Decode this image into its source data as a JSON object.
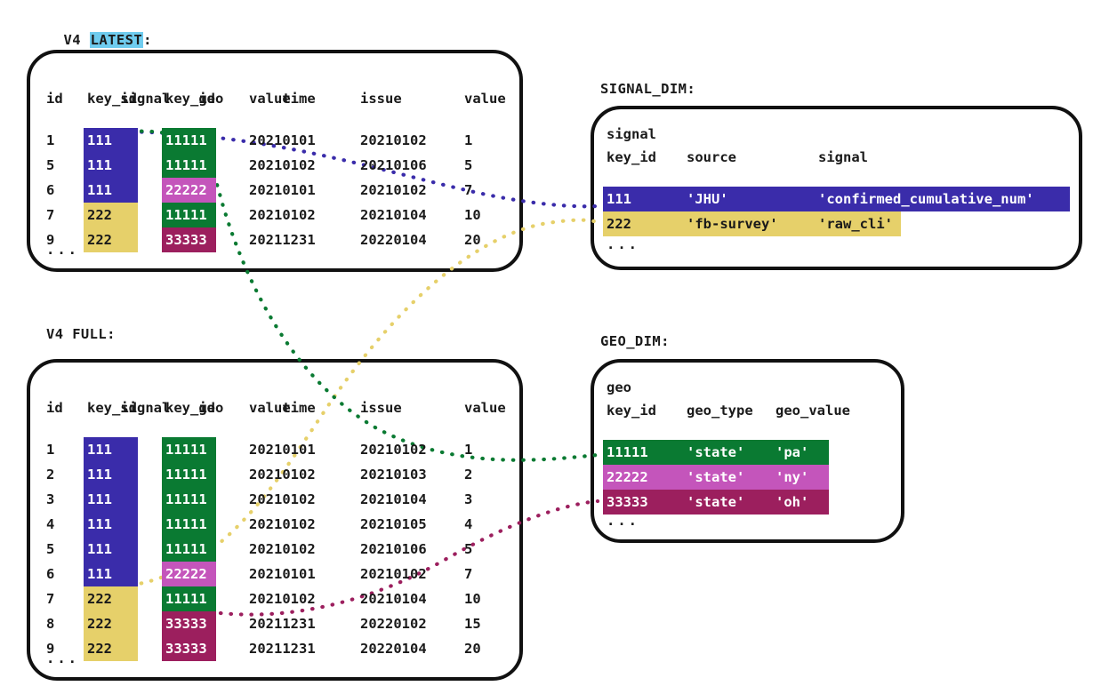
{
  "diagram": {
    "title_latest": "V4 ",
    "title_latest_hl": "LATEST",
    "title_latest_tail": ":",
    "title_full": "V4 FULL:",
    "title_signal_dim": "SIGNAL_DIM:",
    "title_geo_dim": "GEO_DIM:"
  },
  "colors": {
    "signal_111": "#3a2caa",
    "signal_222": "#e6d06a",
    "geo_11111": "#0a7a32",
    "geo_22222": "#c455bb",
    "geo_33333": "#9c1f5e",
    "latest_highlight": "#6fccef",
    "border": "#111111",
    "text": "#1a1a1a"
  },
  "fact_table": {
    "header_line1": [
      "",
      "signal",
      "geo",
      "time",
      "",
      ""
    ],
    "header_line2": [
      "id",
      "key_id",
      "key_id",
      "value",
      "issue",
      "value"
    ],
    "ellipsis": "..."
  },
  "latest_rows": [
    {
      "id": "1",
      "signal_key_id": "111",
      "geo_key_id": "11111",
      "time_value": "20210101",
      "issue": "20210102",
      "value": "1"
    },
    {
      "id": "5",
      "signal_key_id": "111",
      "geo_key_id": "11111",
      "time_value": "20210102",
      "issue": "20210106",
      "value": "5"
    },
    {
      "id": "6",
      "signal_key_id": "111",
      "geo_key_id": "22222",
      "time_value": "20210101",
      "issue": "20210102",
      "value": "7"
    },
    {
      "id": "7",
      "signal_key_id": "222",
      "geo_key_id": "11111",
      "time_value": "20210102",
      "issue": "20210104",
      "value": "10"
    },
    {
      "id": "9",
      "signal_key_id": "222",
      "geo_key_id": "33333",
      "time_value": "20211231",
      "issue": "20220104",
      "value": "20"
    }
  ],
  "full_rows": [
    {
      "id": "1",
      "signal_key_id": "111",
      "geo_key_id": "11111",
      "time_value": "20210101",
      "issue": "20210102",
      "value": "1"
    },
    {
      "id": "2",
      "signal_key_id": "111",
      "geo_key_id": "11111",
      "time_value": "20210102",
      "issue": "20210103",
      "value": "2"
    },
    {
      "id": "3",
      "signal_key_id": "111",
      "geo_key_id": "11111",
      "time_value": "20210102",
      "issue": "20210104",
      "value": "3"
    },
    {
      "id": "4",
      "signal_key_id": "111",
      "geo_key_id": "11111",
      "time_value": "20210102",
      "issue": "20210105",
      "value": "4"
    },
    {
      "id": "5",
      "signal_key_id": "111",
      "geo_key_id": "11111",
      "time_value": "20210102",
      "issue": "20210106",
      "value": "5"
    },
    {
      "id": "6",
      "signal_key_id": "111",
      "geo_key_id": "22222",
      "time_value": "20210101",
      "issue": "20210102",
      "value": "7"
    },
    {
      "id": "7",
      "signal_key_id": "222",
      "geo_key_id": "11111",
      "time_value": "20210102",
      "issue": "20210104",
      "value": "10"
    },
    {
      "id": "8",
      "signal_key_id": "222",
      "geo_key_id": "33333",
      "time_value": "20211231",
      "issue": "20220102",
      "value": "15"
    },
    {
      "id": "9",
      "signal_key_id": "222",
      "geo_key_id": "33333",
      "time_value": "20211231",
      "issue": "20220104",
      "value": "20"
    }
  ],
  "signal_dim": {
    "header_line1": [
      "signal",
      "",
      ""
    ],
    "header_line2": [
      "key_id",
      "source",
      "signal"
    ],
    "rows": [
      {
        "key_id": "111",
        "source": "'JHU'",
        "signal": "'confirmed_cumulative_num'"
      },
      {
        "key_id": "222",
        "source": "'fb-survey'",
        "signal": "'raw_cli'"
      }
    ],
    "ellipsis": "..."
  },
  "geo_dim": {
    "header_line1": [
      "geo",
      "",
      ""
    ],
    "header_line2": [
      "key_id",
      "geo_type",
      "geo_value"
    ],
    "rows": [
      {
        "key_id": "11111",
        "geo_type": "'state'",
        "geo_value": "'pa'"
      },
      {
        "key_id": "22222",
        "geo_type": "'state'",
        "geo_value": "'ny'"
      },
      {
        "key_id": "33333",
        "geo_type": "'state'",
        "geo_value": "'oh'"
      }
    ],
    "ellipsis": "..."
  }
}
